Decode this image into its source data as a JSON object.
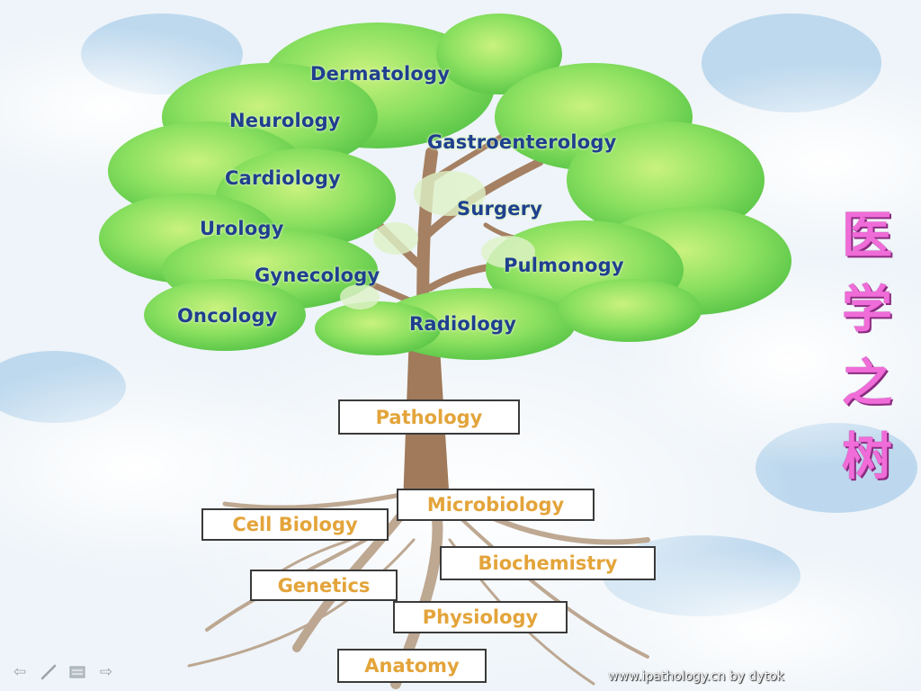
{
  "diagram": {
    "branches": [
      "Dermatology",
      "Neurology",
      "Gastroenterology",
      "Cardiology",
      "Surgery",
      "Urology",
      "Pulmonogy",
      "Gynecology",
      "Oncology",
      "Radiology"
    ],
    "roots": [
      "Pathology",
      "Microbiology",
      "Cell Biology",
      "Biochemistry",
      "Genetics",
      "Physiology",
      "Anatomy"
    ],
    "side_title": [
      "医",
      "学",
      "之",
      "树"
    ],
    "colors": {
      "branch_text": "#1f3f8f",
      "root_text": "#e3a43a",
      "title": "#f06cd8",
      "leaf": "#8be060",
      "trunk": "#a07a5a"
    }
  },
  "nav": {
    "icons": [
      "prev-arrow-icon",
      "pen-icon",
      "menu-icon",
      "next-arrow-icon"
    ]
  },
  "footer": {
    "credit": "www.ipathology.cn  by dytok"
  }
}
